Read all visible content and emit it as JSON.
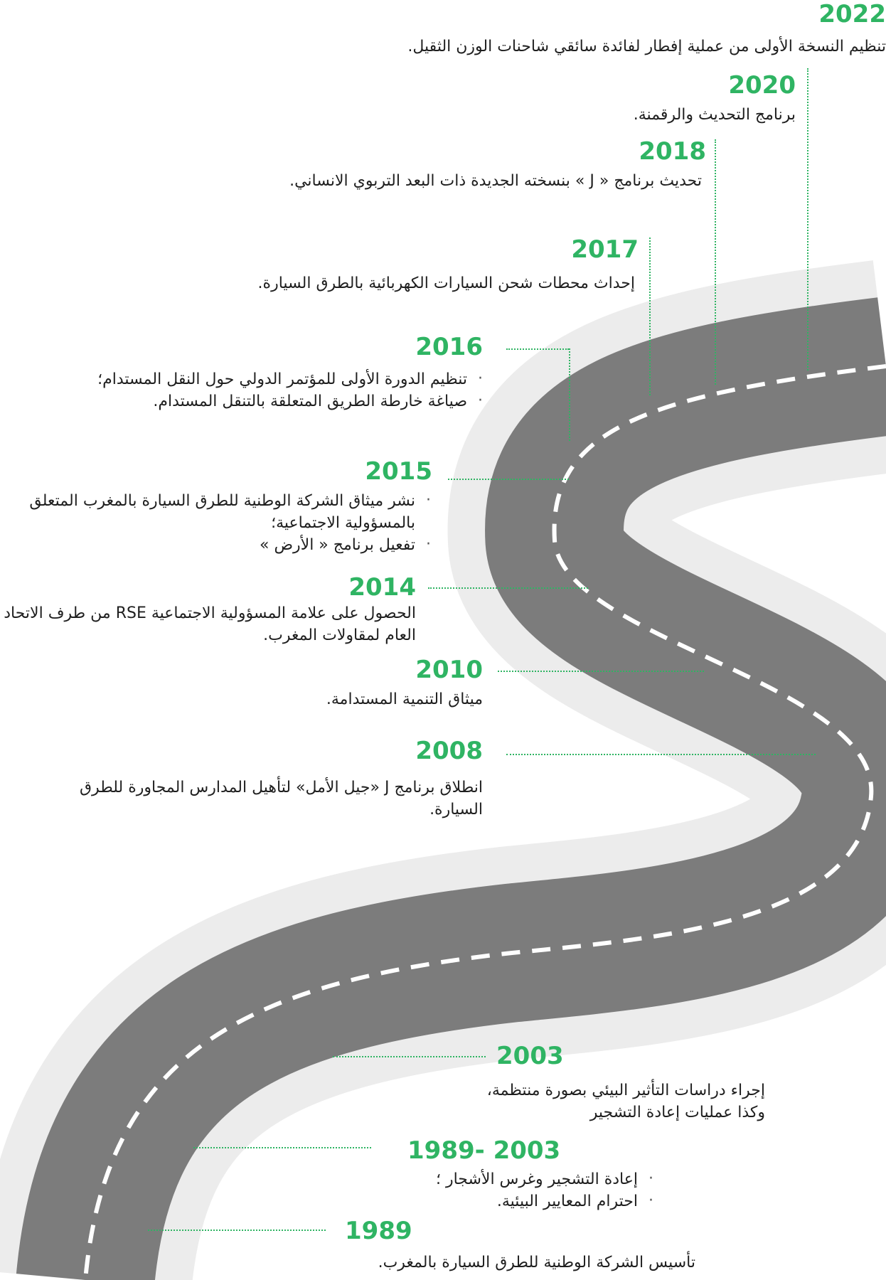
{
  "timeline": [
    {
      "year": "2022",
      "text": "تنظيم النسخة الأولى من عملية إفطار لفائدة سائقي شاحنات الوزن الثقيل."
    },
    {
      "year": "2020",
      "text": "برنامج التحديث والرقمنة."
    },
    {
      "year": "2018",
      "text": "تحديث برنامج « J » بنسخته الجديدة ذات البعد التربوي الانساني."
    },
    {
      "year": "2017",
      "text": "إحداث محطات شحن السيارات الكهربائية بالطرق السيارة."
    },
    {
      "year": "2016",
      "items": [
        "تنظيم الدورة الأولى للمؤتمر الدولي حول النقل المستدام؛",
        "صياغة خارطة الطريق المتعلقة بالتنقل المستدام."
      ]
    },
    {
      "year": "2015",
      "items": [
        "نشر ميثاق الشركة الوطنية للطرق السيارة بالمغرب المتعلق بالمسؤولية الاجتماعية؛",
        "تفعيل برنامج « الأرض »"
      ]
    },
    {
      "year": "2014",
      "text": "الحصول على علامة المسؤولية الاجتماعية RSE من طرف الاتحاد العام لمقاولات المغرب."
    },
    {
      "year": "2010",
      "text": "ميثاق التنمية المستدامة."
    },
    {
      "year": "2008",
      "text": "انطلاق برنامج J «جيل الأمل» لتأهيل المدارس المجاورة للطرق السيارة."
    },
    {
      "year": "2003",
      "text": "إجراء دراسات التأثير البيئي بصورة منتظمة، وكذا عمليات إعادة التشجير"
    },
    {
      "year": "1989- 2003",
      "items": [
        "إعادة التشجير وغرس الأشجار ؛",
        "احترام المعايير البيئية."
      ]
    },
    {
      "year": "1989",
      "text": "تأسيس الشركة الوطنية للطرق السيارة بالمغرب."
    }
  ],
  "colors": {
    "accent": "#2fb463",
    "road": "#7c7c7c",
    "road_halo": "#ececec",
    "lane": "#ffffff",
    "text": "#1f1f1f"
  }
}
